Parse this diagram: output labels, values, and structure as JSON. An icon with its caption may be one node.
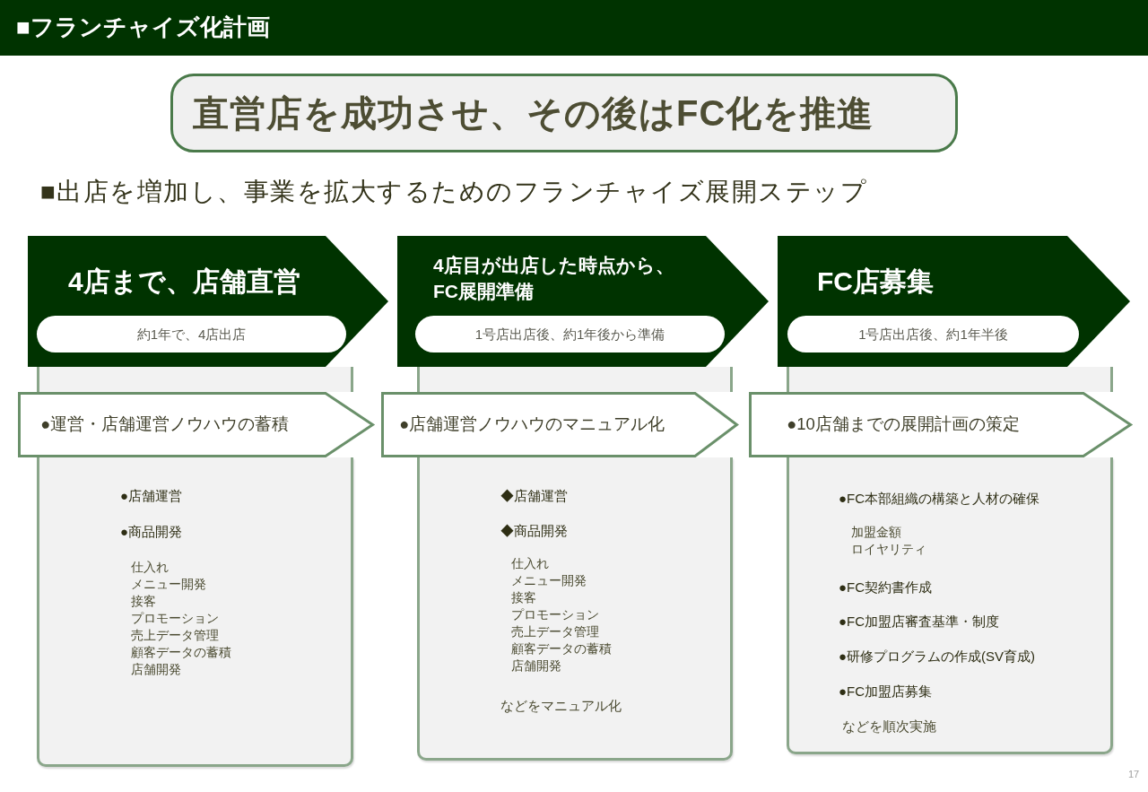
{
  "diagram": {
    "nodes": [
      {
        "text": [
          "■フランチャイズ化計画"
        ]
      },
      {
        "text": [
          "直営店を成功させ、その後はFC化を推進"
        ]
      },
      {
        "text": [
          "●店舗運営",
          "●商品開発",
          "仕入れ",
          "メニュー開発",
          "接客",
          "プロモーション",
          "売上データ管理",
          "顧客データの蓄積",
          "店舗開発"
        ]
      },
      {
        "text": [
          "4店まで、店舗直営"
        ]
      },
      {
        "text": [
          "約1年で、4店出店"
        ],
        "in": 3
      },
      {
        "text": [
          "●運営・店舗運営ノウハウの蓄積"
        ]
      },
      {
        "text": [
          "◆店舗運営",
          "◆商品開発",
          "仕入れ",
          "メニュー開発",
          "接客",
          "プロモーション",
          "売上データ管理",
          "顧客データの蓄積",
          "店舗開発",
          "などをマニュアル化"
        ]
      },
      {
        "text": [
          "4店目が出店した時点から、FC展開準備"
        ]
      },
      {
        "text": [
          "1号店出店後、約1年後から準備"
        ],
        "in": 7
      },
      {
        "text": [
          "●店舗運営ノウハウのマニュアル化"
        ]
      },
      {
        "text": [
          "●FC本部組織の構築と人材の確保",
          "加盟金額",
          "ロイヤリティ",
          "●FC契約書作成",
          "●FC加盟店審査基準・制度",
          "●研修プログラムの作成(SV育成)",
          "●FC加盟店募集",
          "などを順次実施"
        ]
      },
      {
        "text": [
          "FC店募集"
        ]
      },
      {
        "text": [
          "1号店出店後、約1年半後"
        ],
        "in": 11
      },
      {
        "text": [
          "●10店舗までの展開計画の策定"
        ]
      }
    ],
    "labels": [
      "■出店を増加し、事業を拡大するためのフランチャイズ展開ステップ",
      "17"
    ]
  }
}
